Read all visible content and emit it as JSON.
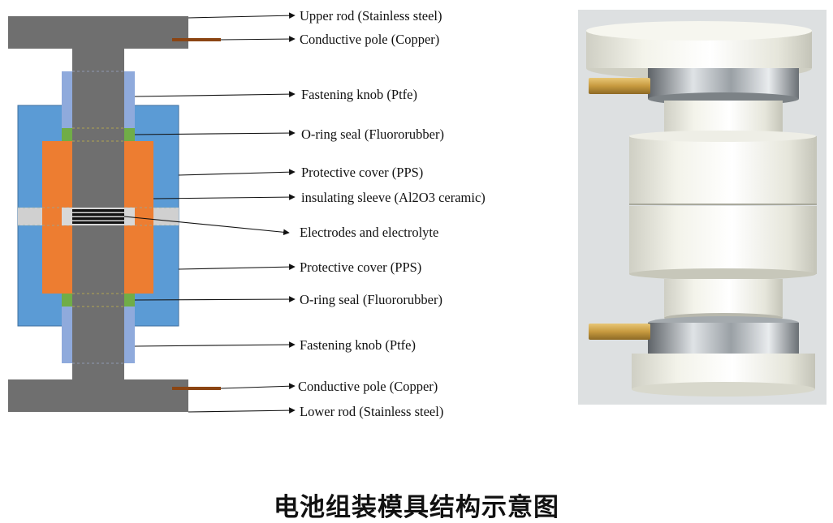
{
  "labels": {
    "upper_rod": "Upper rod (Stainless steel)",
    "conductive_pole_top": "Conductive pole (Copper)",
    "fastening_knob_top": "Fastening knob (Ptfe)",
    "oring_top": "O-ring seal (Fluororubber)",
    "protective_cover_top": "Protective cover (PPS)",
    "insulating_sleeve": "insulating sleeve (Al2O3 ceramic)",
    "electrodes": "Electrodes and electrolyte",
    "protective_cover_bottom": "Protective cover (PPS)",
    "oring_bottom": "O-ring seal (Fluororubber)",
    "fastening_knob_bottom": "Fastening knob (Ptfe)",
    "conductive_pole_bottom": "Conductive pole (Copper)",
    "lower_rod": "Lower rod (Stainless steel)"
  },
  "caption": "电池组装模具结构示意图",
  "colors": {
    "steel": "#6f6f6f",
    "cover": "#5b9bd5",
    "sleeve": "#ed7d31",
    "knob": "#8faadc",
    "oring": "#70ad47",
    "copper": "#8b4513",
    "ceramic": "#d0d0d0"
  }
}
